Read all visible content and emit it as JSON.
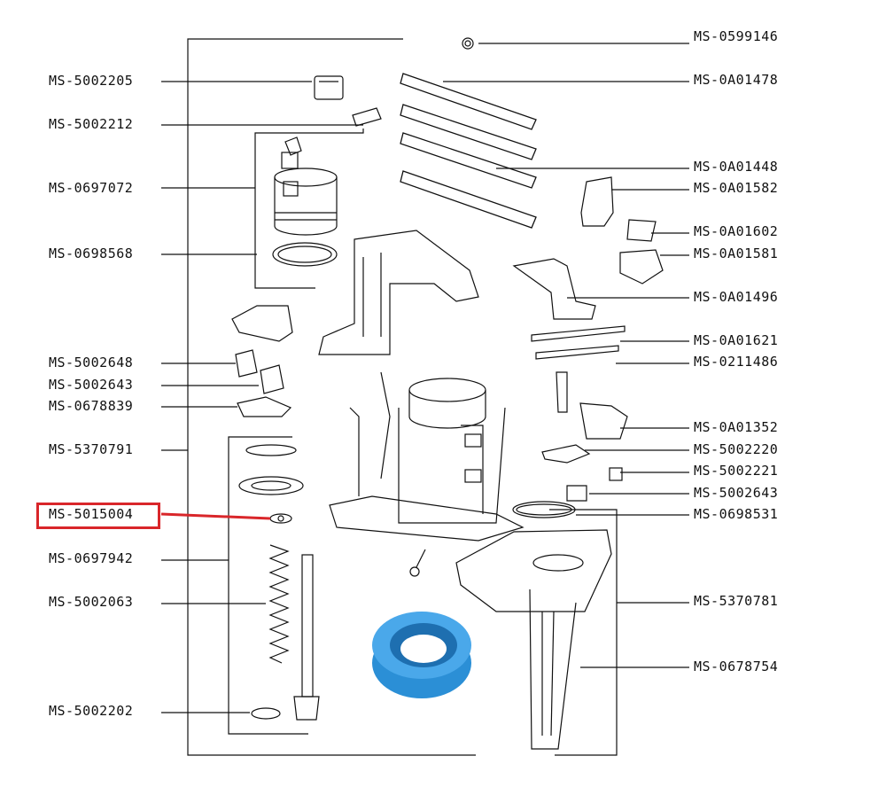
{
  "diagram": {
    "highlight_color": "#d9262a",
    "accent_color": "#2b8fd6",
    "line_color": "#111111",
    "highlighted_part": "MS-5015004",
    "left_labels": [
      {
        "id": "l1",
        "text": "MS-5002205"
      },
      {
        "id": "l2",
        "text": "MS-5002212"
      },
      {
        "id": "l3",
        "text": "MS-0697072"
      },
      {
        "id": "l4",
        "text": "MS-0698568"
      },
      {
        "id": "l5",
        "text": "MS-5002648"
      },
      {
        "id": "l6",
        "text": "MS-5002643"
      },
      {
        "id": "l7",
        "text": "MS-0678839"
      },
      {
        "id": "l8",
        "text": "MS-5370791"
      },
      {
        "id": "l9",
        "text": "MS-5015004"
      },
      {
        "id": "l10",
        "text": "MS-0697942"
      },
      {
        "id": "l11",
        "text": "MS-5002063"
      },
      {
        "id": "l12",
        "text": "MS-5002202"
      }
    ],
    "right_labels": [
      {
        "id": "r1",
        "text": "MS-0599146"
      },
      {
        "id": "r2",
        "text": "MS-0A01478"
      },
      {
        "id": "r3",
        "text": "MS-0A01448"
      },
      {
        "id": "r4",
        "text": "MS-0A01582"
      },
      {
        "id": "r5",
        "text": "MS-0A01602"
      },
      {
        "id": "r6",
        "text": "MS-0A01581"
      },
      {
        "id": "r7",
        "text": "MS-0A01496"
      },
      {
        "id": "r8",
        "text": "MS-0A01621"
      },
      {
        "id": "r9",
        "text": "MS-0211486"
      },
      {
        "id": "r10",
        "text": "MS-0A01352"
      },
      {
        "id": "r11",
        "text": "MS-5002220"
      },
      {
        "id": "r12",
        "text": "MS-5002221"
      },
      {
        "id": "r13",
        "text": "MS-5002643"
      },
      {
        "id": "r14",
        "text": "MS-0698531"
      },
      {
        "id": "r15",
        "text": "MS-5370781"
      },
      {
        "id": "r16",
        "text": "MS-0678754"
      }
    ]
  }
}
